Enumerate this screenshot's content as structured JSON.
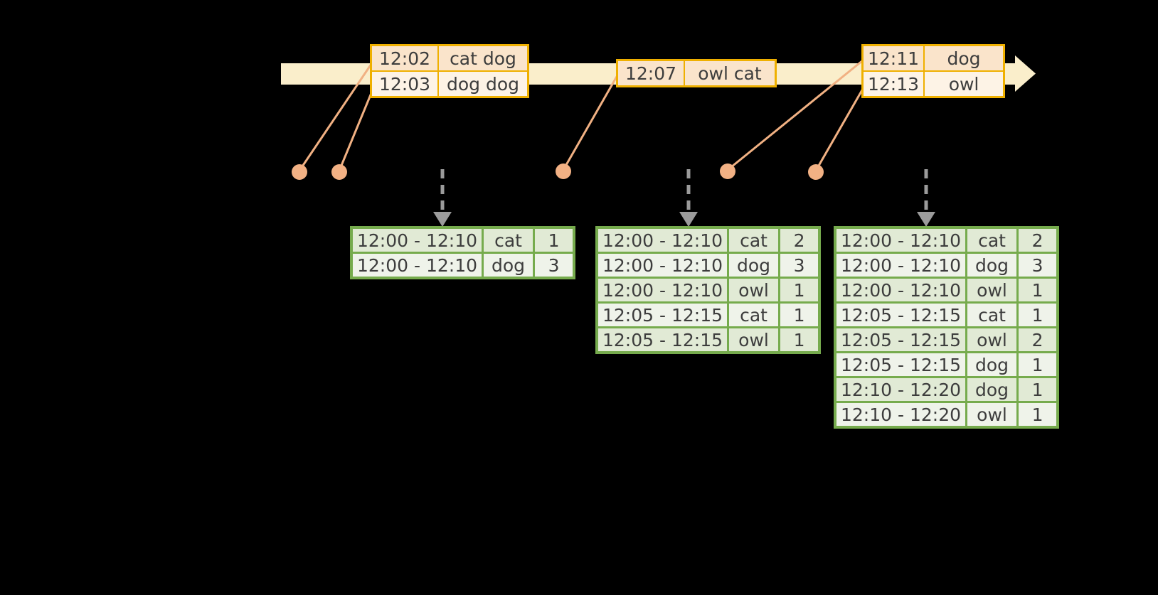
{
  "diagram": {
    "description": "timeline-with-windowed-count-tables",
    "icons": {
      "timeline_icon": "arrow-right-icon",
      "trigger_icon": "arrow-down-dashed-icon",
      "event_marker_icon": "dot-icon"
    },
    "colors": {
      "background": "#000000",
      "timeline_fill": "#faeecb",
      "event_table_border": "#efb000",
      "event_row_dark": "#fae4cb",
      "event_row_light": "#fdf3e6",
      "connector_line": "#f1b183",
      "event_dot": "#f2b184",
      "dashed_arrow": "#9b9b9b",
      "result_table_border": "#76ab4d",
      "result_row_dark": "#e1ead5",
      "result_row_light": "#eff3ea",
      "text": "#3d3d3d"
    },
    "event_tables": [
      {
        "rows": [
          [
            "12:02",
            "cat dog"
          ],
          [
            "12:03",
            "dog dog"
          ]
        ]
      },
      {
        "rows": [
          [
            "12:07",
            "owl cat"
          ]
        ]
      },
      {
        "rows": [
          [
            "12:11",
            "dog"
          ],
          [
            "12:13",
            "owl"
          ]
        ]
      }
    ],
    "result_tables": [
      {
        "rows": [
          [
            "12:00 - 12:10",
            "cat",
            "1"
          ],
          [
            "12:00 - 12:10",
            "dog",
            "3"
          ]
        ]
      },
      {
        "rows": [
          [
            "12:00 - 12:10",
            "cat",
            "2"
          ],
          [
            "12:00 - 12:10",
            "dog",
            "3"
          ],
          [
            "12:00 - 12:10",
            "owl",
            "1"
          ],
          [
            "12:05 - 12:15",
            "cat",
            "1"
          ],
          [
            "12:05 - 12:15",
            "owl",
            "1"
          ]
        ]
      },
      {
        "rows": [
          [
            "12:00 - 12:10",
            "cat",
            "2"
          ],
          [
            "12:00 - 12:10",
            "dog",
            "3"
          ],
          [
            "12:00 - 12:10",
            "owl",
            "1"
          ],
          [
            "12:05 - 12:15",
            "cat",
            "1"
          ],
          [
            "12:05 - 12:15",
            "owl",
            "2"
          ],
          [
            "12:05 - 12:15",
            "dog",
            "1"
          ],
          [
            "12:10 - 12:20",
            "dog",
            "1"
          ],
          [
            "12:10 - 12:20",
            "owl",
            "1"
          ]
        ]
      }
    ]
  }
}
